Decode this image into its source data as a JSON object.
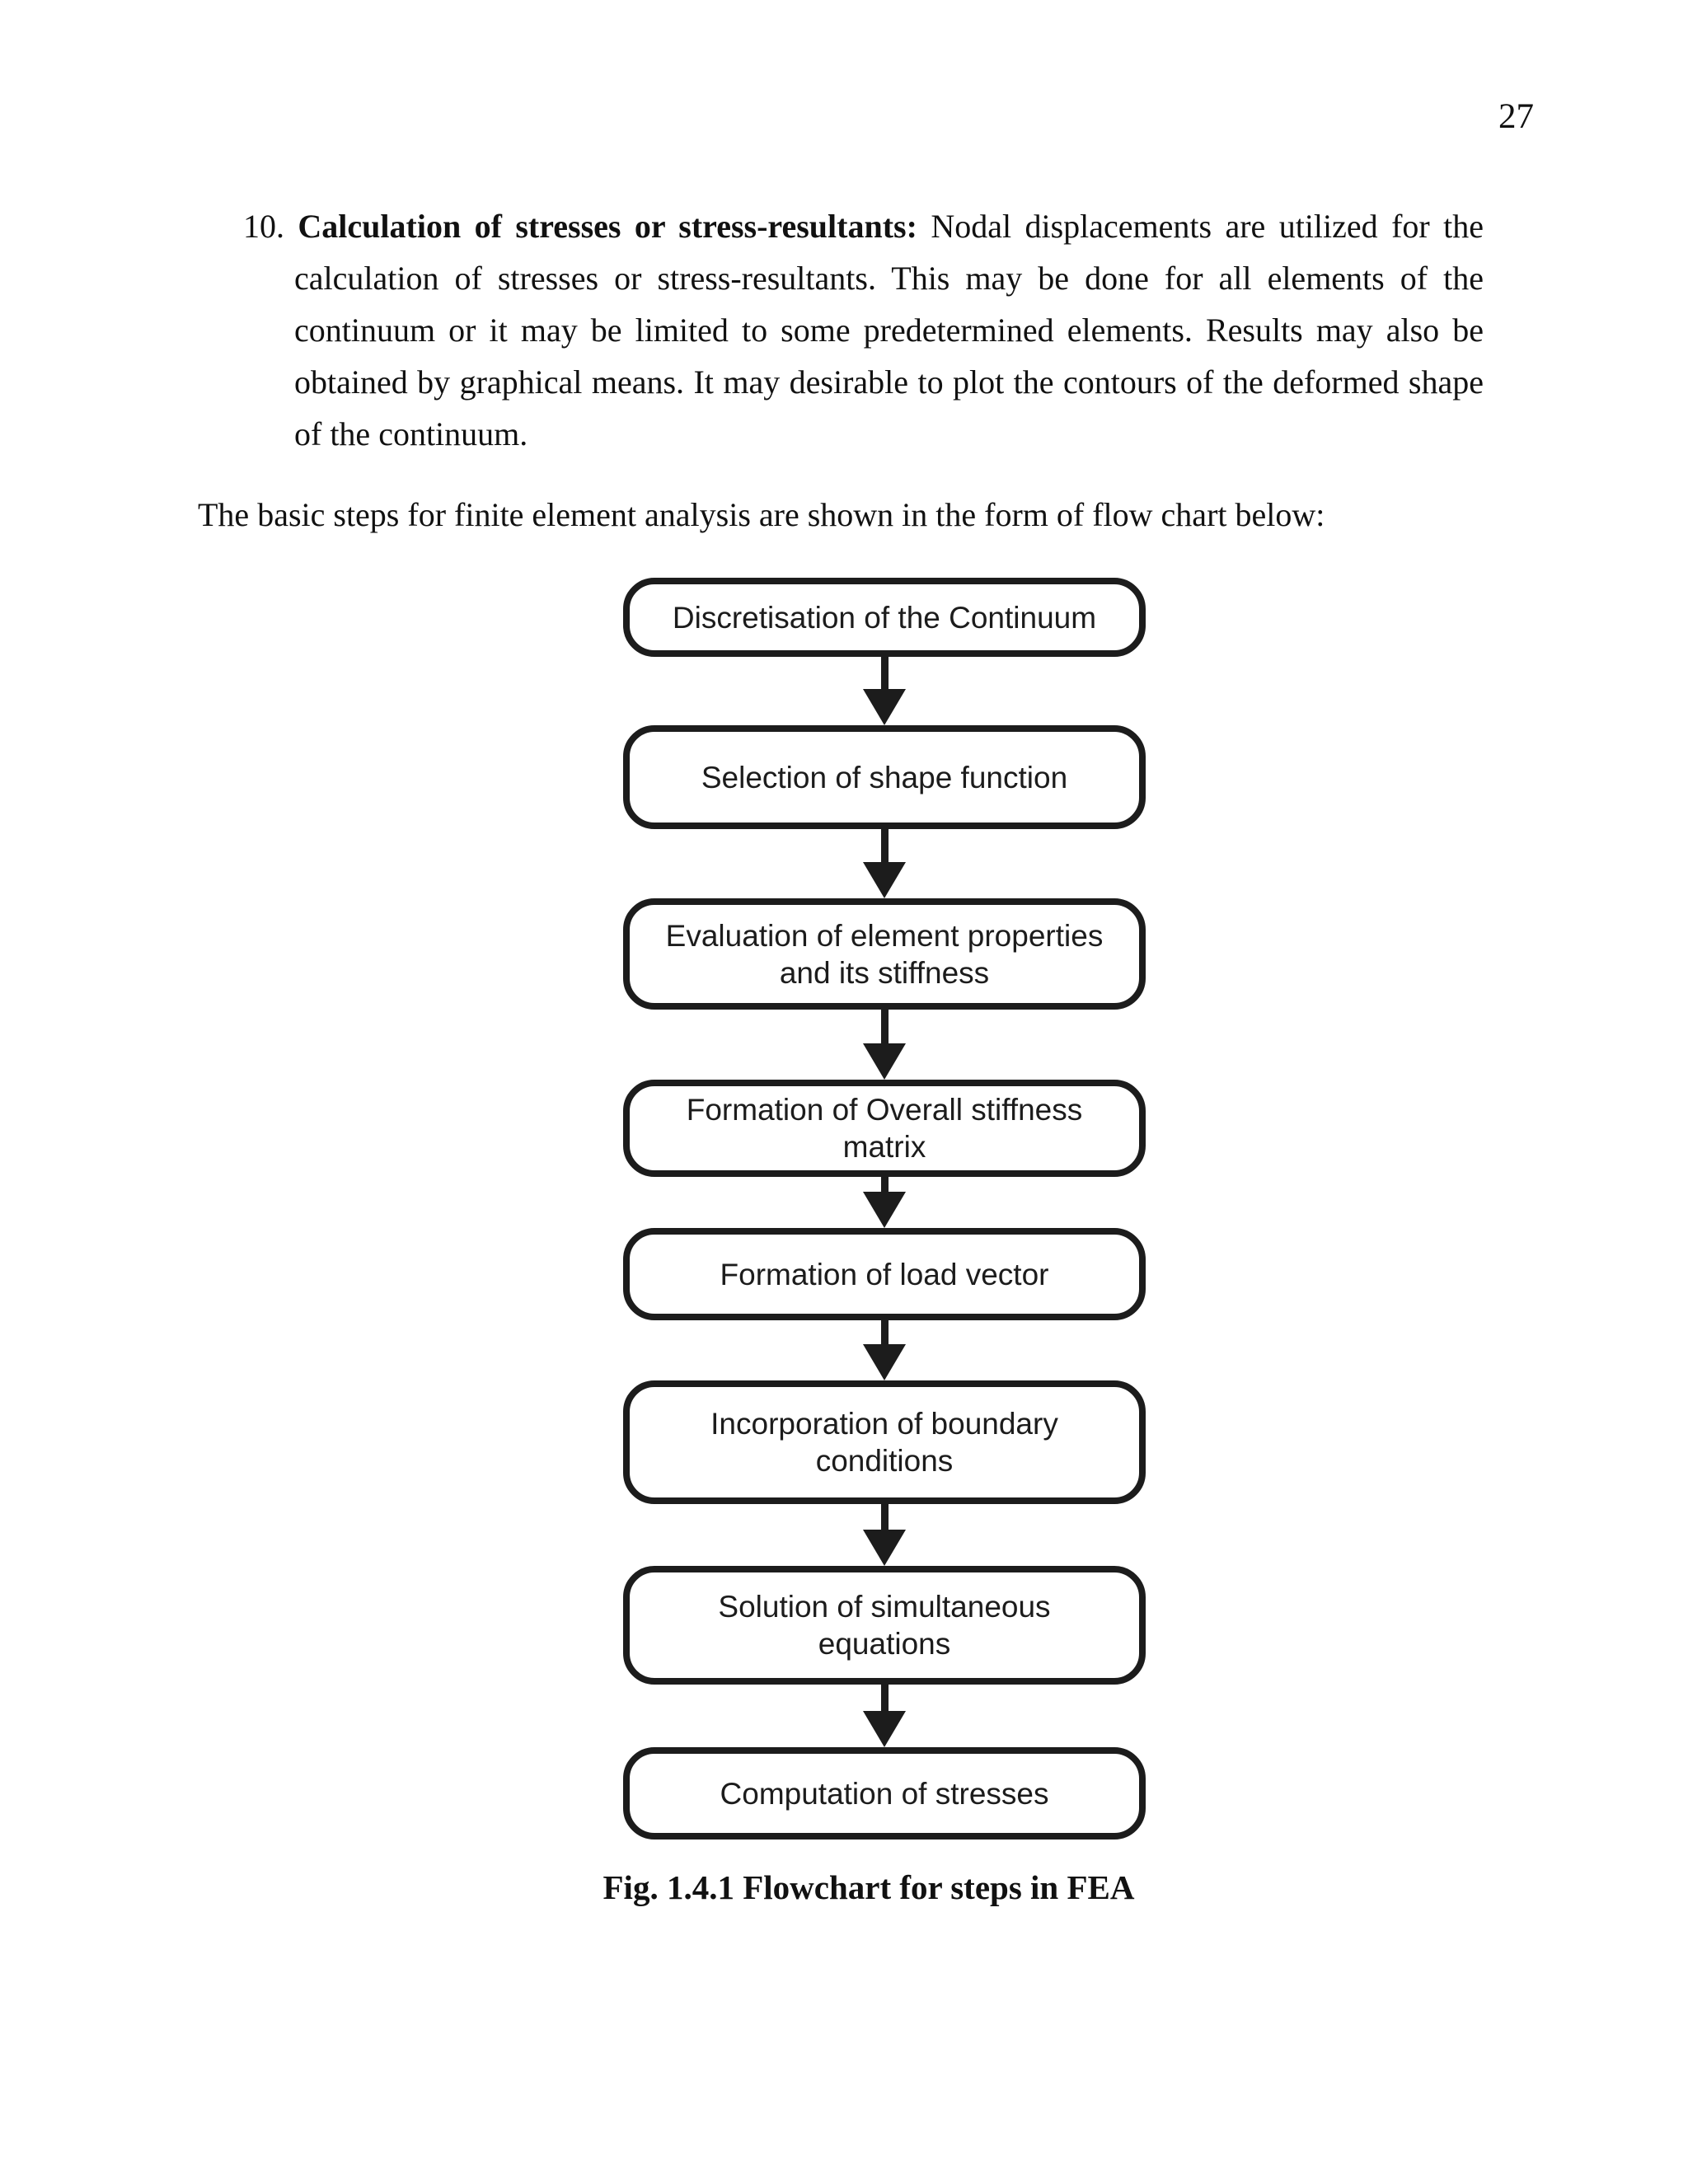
{
  "page": {
    "number": "27"
  },
  "colors": {
    "paper": "#ffffff",
    "text_ink": "#111111",
    "chart_ink": "#1c1c1c"
  },
  "paragraph": {
    "number": "10. ",
    "lead": "Calculation of stresses or stress-resultants: ",
    "body": "Nodal displacements are utilized for the calculation of stresses or stress-resultants. This may be done for all elements of the continuum or it may be limited to some predetermined elements. Results may also be obtained by graphical means. It may desirable to plot the contours of the deformed shape of the continuum."
  },
  "intro_line": "The basic steps for finite element analysis are shown in the form of flow chart below:",
  "flowchart": {
    "steps": [
      {
        "label": "Discretisation of the Continuum"
      },
      {
        "label": "Selection of shape function"
      },
      {
        "label": "Evaluation of element properties and its stiffness"
      },
      {
        "label": "Formation of Overall stiffness matrix"
      },
      {
        "label": "Formation of load vector"
      },
      {
        "label": "Incorporation of boundary conditions"
      },
      {
        "label": "Solution of simultaneous equations"
      },
      {
        "label": "Computation of stresses"
      }
    ],
    "caption": "Fig. 1.4.1 Flowchart for steps in FEA"
  }
}
